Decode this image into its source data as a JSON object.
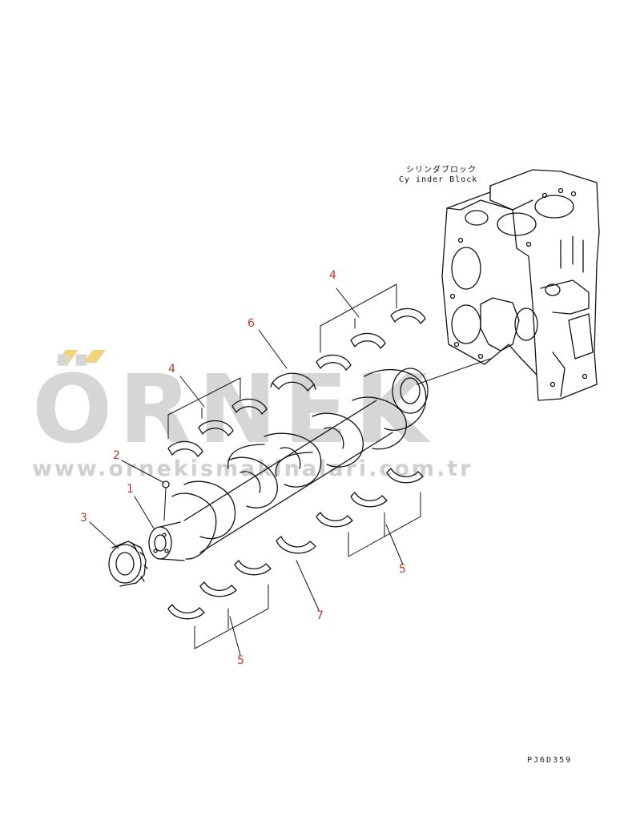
{
  "watermark": {
    "brand": "ÖRNEK",
    "url": "www.ornekismakinalari.com.tr",
    "accent_color": "#f3d27a"
  },
  "block_label": {
    "japanese": "シリンダブロック",
    "english": "Cy inder Block"
  },
  "callouts": [
    "1",
    "2",
    "3",
    "4",
    "4",
    "5",
    "5",
    "6",
    "7"
  ],
  "drawing_code": "PJ6D359",
  "colors": {
    "line": "#111111",
    "callout": "#c0392b",
    "watermark": "#d6d6d6"
  }
}
